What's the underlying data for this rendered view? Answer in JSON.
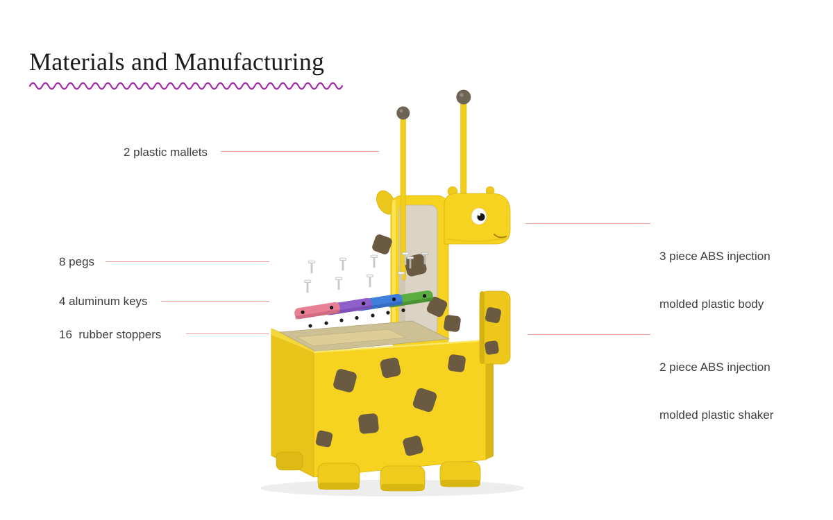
{
  "page": {
    "title": "Materials and Manufacturing"
  },
  "colors": {
    "title_text": "#1b1b1b",
    "accent_wave": "#a02ba5",
    "label_text": "#3d3d3d",
    "leader_line": "#f09a98",
    "giraffe_yellow": "#f5d320",
    "spot_brown": "#6a5a41",
    "mallet_tip": "#6e6354",
    "key_pink": "#e87f94",
    "key_purple": "#8f5fcb",
    "key_blue": "#3f7eda",
    "key_green": "#5cad3f"
  },
  "callouts": {
    "mallets": {
      "label": "2 plastic mallets"
    },
    "pegs": {
      "label": "8 pegs"
    },
    "keys": {
      "label": "4 aluminum keys"
    },
    "stoppers": {
      "label": "16  rubber stoppers"
    },
    "body": {
      "line1": "3 piece ABS injection",
      "line2": "molded plastic body"
    },
    "shaker": {
      "line1": "2 piece ABS injection",
      "line2": "molded plastic shaker"
    }
  }
}
